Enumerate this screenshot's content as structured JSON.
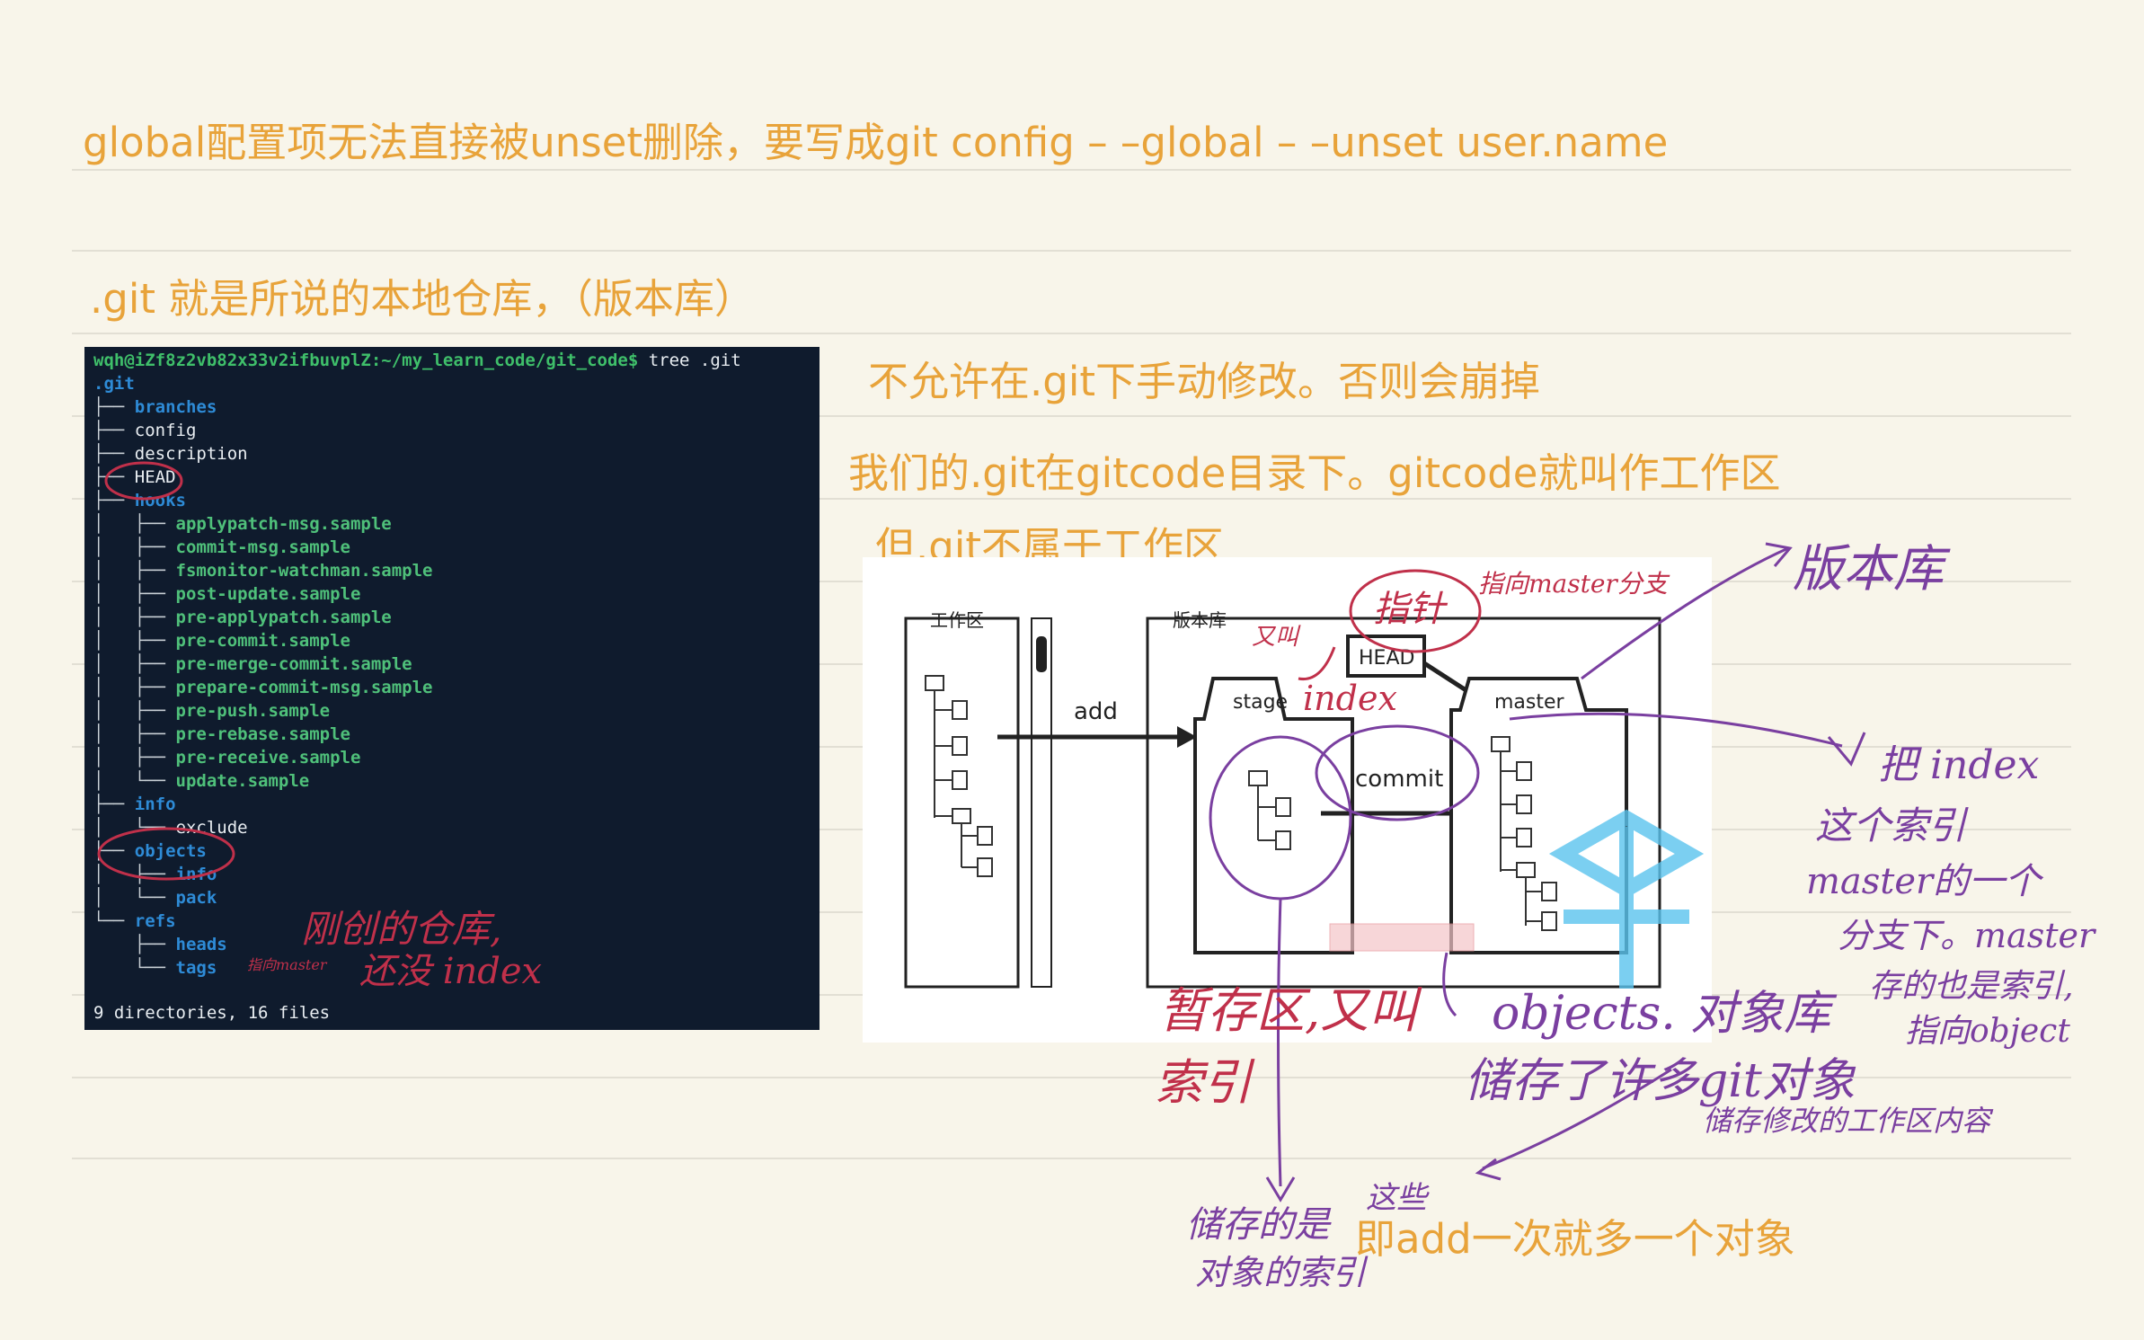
{
  "notes": {
    "line1": "global配置项无法直接被unset删除，要写成git config – –global  – –unset user.name",
    "line2": ".git   就是所说的本地仓库，（版本库）",
    "line3": "不允许在.git下手动修改。否则会崩掉",
    "line4": "我们的.git在gitcode目录下。gitcode就叫作工作区",
    "line5": "但.git不属于工作区",
    "line6": "即add一次就多一个对象"
  },
  "terminal": {
    "prompt": "wqh@iZf8z2vb82x33v2ifbuvplZ:~/my_learn_code/git_code$",
    "command": " tree .git",
    "root": ".git",
    "lines": [
      {
        "prefix": "├── ",
        "name": "branches",
        "kind": "dir"
      },
      {
        "prefix": "├── ",
        "name": "config",
        "kind": "file"
      },
      {
        "prefix": "├── ",
        "name": "description",
        "kind": "file"
      },
      {
        "prefix": "├── ",
        "name": "HEAD",
        "kind": "file"
      },
      {
        "prefix": "├── ",
        "name": "hooks",
        "kind": "dir"
      },
      {
        "prefix": "│   ├── ",
        "name": "applypatch-msg.sample",
        "kind": "exe"
      },
      {
        "prefix": "│   ├── ",
        "name": "commit-msg.sample",
        "kind": "exe"
      },
      {
        "prefix": "│   ├── ",
        "name": "fsmonitor-watchman.sample",
        "kind": "exe"
      },
      {
        "prefix": "│   ├── ",
        "name": "post-update.sample",
        "kind": "exe"
      },
      {
        "prefix": "│   ├── ",
        "name": "pre-applypatch.sample",
        "kind": "exe"
      },
      {
        "prefix": "│   ├── ",
        "name": "pre-commit.sample",
        "kind": "exe"
      },
      {
        "prefix": "│   ├── ",
        "name": "pre-merge-commit.sample",
        "kind": "exe"
      },
      {
        "prefix": "│   ├── ",
        "name": "prepare-commit-msg.sample",
        "kind": "exe"
      },
      {
        "prefix": "│   ├── ",
        "name": "pre-push.sample",
        "kind": "exe"
      },
      {
        "prefix": "│   ├── ",
        "name": "pre-rebase.sample",
        "kind": "exe"
      },
      {
        "prefix": "│   ├── ",
        "name": "pre-receive.sample",
        "kind": "exe"
      },
      {
        "prefix": "│   └── ",
        "name": "update.sample",
        "kind": "exe"
      },
      {
        "prefix": "├── ",
        "name": "info",
        "kind": "dir"
      },
      {
        "prefix": "│   └── ",
        "name": "exclude",
        "kind": "file"
      },
      {
        "prefix": "├── ",
        "name": "objects",
        "kind": "dir"
      },
      {
        "prefix": "│   ├── ",
        "name": "info",
        "kind": "dir"
      },
      {
        "prefix": "│   └── ",
        "name": "pack",
        "kind": "dir"
      },
      {
        "prefix": "└── ",
        "name": "refs",
        "kind": "dir"
      },
      {
        "prefix": "    ├── ",
        "name": "heads",
        "kind": "dir"
      },
      {
        "prefix": "    └── ",
        "name": "tags",
        "kind": "dir"
      }
    ],
    "summary": "9 directories, 16 files"
  },
  "diagram": {
    "workspace": "工作区",
    "repo": "版本库",
    "add": "add",
    "stage": "stage",
    "commit": "commit",
    "head": "HEAD",
    "master": "master"
  },
  "handwriting": {
    "repo_label": "版本库",
    "pointer": "指针",
    "points_to_master": "指向master分支",
    "also_called": "又叫",
    "index": "index",
    "put_index": "把 index",
    "put_index_2": "这个索引",
    "put_index_3": "master的一个",
    "put_index_4": "分支下。master",
    "put_index_5": "存的也是索引,",
    "put_index_6": "指向object",
    "staging_also": "暂存区,又叫",
    "index_cn": "索引",
    "objects_db": "objects. 对象库",
    "stores_objects": "储存了许多git对象",
    "stores_workspace": "储存修改的工作区内容",
    "these": "这些",
    "stores_index_1": "储存的是",
    "stores_index_2": "对象的索引",
    "just_created": "刚创的仓库,",
    "no_index": "还没 index",
    "points_master": "指向master"
  }
}
